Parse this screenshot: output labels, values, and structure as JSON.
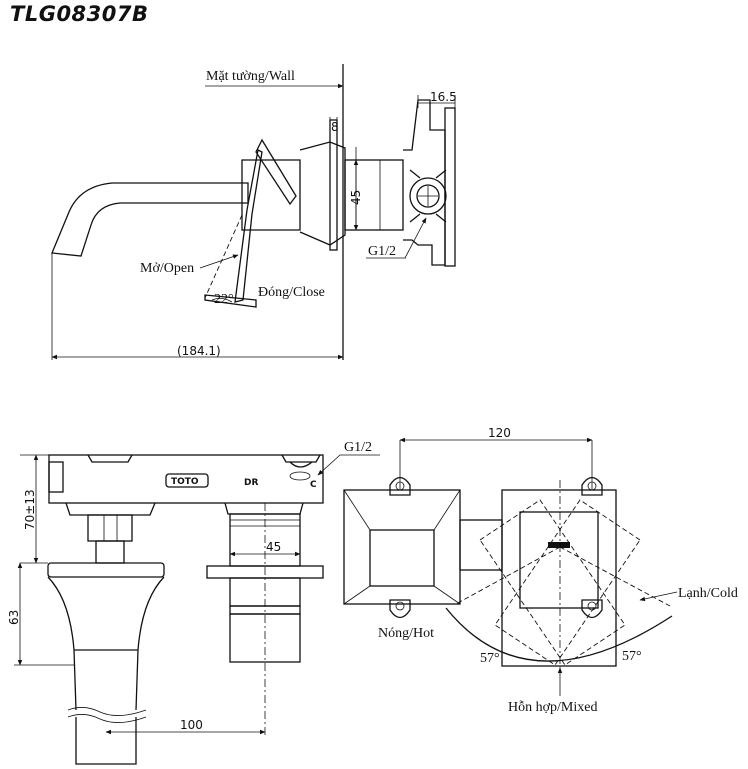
{
  "title": "TLG08307B",
  "side_view": {
    "wall_label": "Mặt tường/Wall",
    "dim_top": "16.5",
    "dim_plate": "8",
    "dim_body": "45",
    "thread": "G1/2",
    "open_label": "Mở/Open",
    "close_label": "Đóng/Close",
    "angle": "22°",
    "length": "(184.1)"
  },
  "front_view": {
    "thread": "G1/2",
    "brand": "TOTO",
    "mark_dr": "DR",
    "mark_c": "C",
    "dim_height": "70±13",
    "dim_body": "45",
    "dim_base": "63",
    "dim_offset": "100"
  },
  "top_view": {
    "dim_spacing": "120",
    "cold_label": "Lạnh/Cold",
    "hot_label": "Nóng/Hot",
    "mixed_label": "Hỗn hợp/Mixed",
    "angle_left": "57°",
    "angle_right": "57°"
  }
}
